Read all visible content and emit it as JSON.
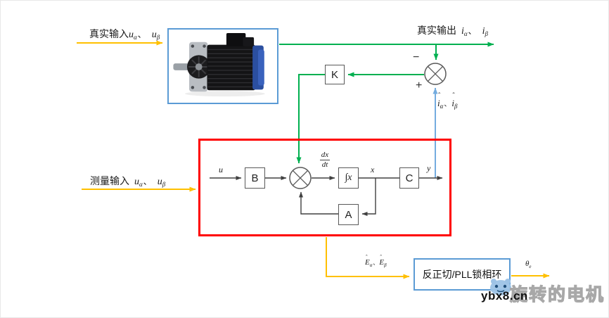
{
  "diagram": {
    "real_input": {
      "cn": "真实输入",
      "v1": "u",
      "s1": "α",
      "sep": "、",
      "v2": "u",
      "s2": "β"
    },
    "real_output": {
      "cn": "真实输出",
      "v1": "i",
      "s1": "α",
      "sep": "、",
      "v2": "i",
      "s2": "β"
    },
    "measured_input": {
      "cn": "测量输入",
      "v1": "u",
      "s1": "α",
      "sep": "、",
      "v2": "u",
      "s2": "β"
    },
    "i_hat": {
      "hat": "ˆ",
      "v1": "i",
      "s1": "α",
      "sep": "、",
      "v2": "i",
      "s2": "β"
    },
    "e_hat": {
      "hat": "ˆ",
      "v1": "E",
      "s1": "α",
      "sep": "、",
      "v2": "E",
      "s2": "β"
    },
    "theta": {
      "v": "θ",
      "s": "e"
    },
    "signs": {
      "minus": "−",
      "plus": "+"
    },
    "state_labels": {
      "u": "u",
      "x": "x",
      "y": "y",
      "dx": "dx",
      "dt": "dt"
    },
    "blocks": {
      "k": "K",
      "b": "B",
      "integrator": "∫x",
      "c": "C",
      "a": "A",
      "pll": "反正切/PLL锁相环"
    }
  },
  "watermark": {
    "brand": "旋转的电机",
    "site": "ybx8.cn"
  },
  "colors": {
    "orange": "#FFC000",
    "green": "#00B050",
    "blue": "#74ACDF",
    "red": "#FF0000",
    "box_blue": "#5B9BD5",
    "line_dark": "#404040"
  }
}
